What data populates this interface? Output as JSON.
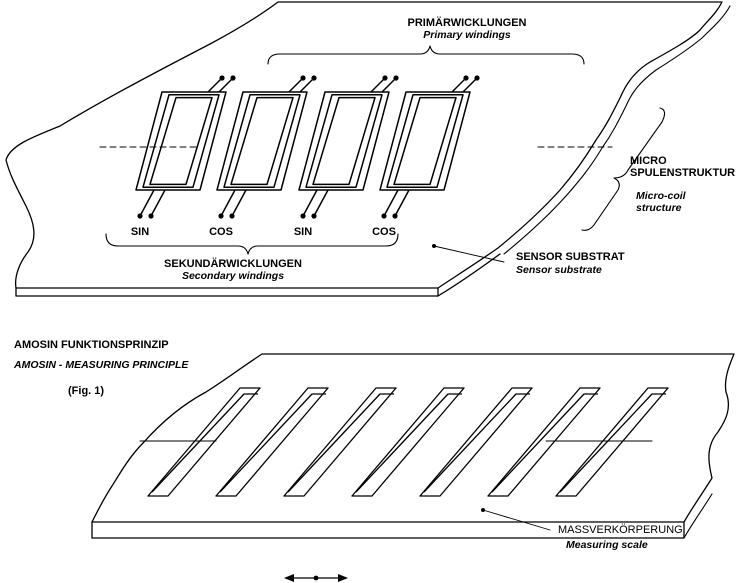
{
  "primary": {
    "title": "PRIMÄRWICKLUNGEN",
    "subtitle": "Primary windings"
  },
  "secondary": {
    "title": "SEKUNDÄRWICKLUNGEN",
    "subtitle": "Secondary windings"
  },
  "microcoil": {
    "line1": "MICRO",
    "line2": "SPULENSTRUKTUR",
    "sub1": "Micro-coil",
    "sub2": "structure"
  },
  "substrate": {
    "title": "SENSOR SUBSTRAT",
    "subtitle": "Sensor substrate"
  },
  "pins": [
    "SIN",
    "COS",
    "SIN",
    "COS"
  ],
  "principle": {
    "title": "AMOSIN FUNKTIONSPRINZIP",
    "subtitle": "AMOSIN - MEASURING PRINCIPLE",
    "fig": "(Fig. 1)"
  },
  "scale": {
    "title": "MASSVERKÖRPERUNG",
    "subtitle": "Measuring scale"
  }
}
